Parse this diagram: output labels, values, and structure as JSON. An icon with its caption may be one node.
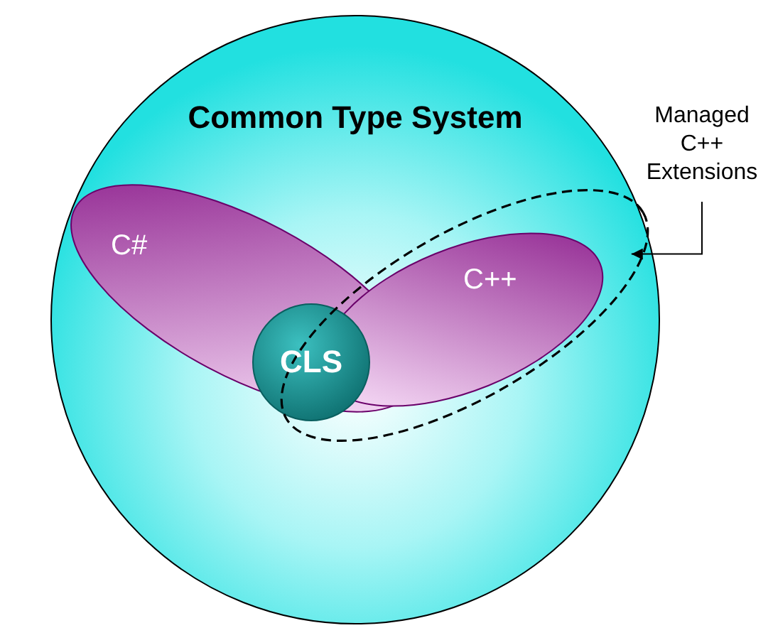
{
  "diagram": {
    "nodes": [
      {
        "text": [
          "Common Type System"
        ]
      },
      {
        "text": [
          "C#"
        ],
        "in": 0
      },
      {
        "text": [],
        "shape": "ellipse",
        "in": 0
      },
      {
        "text": [
          "C++"
        ],
        "in": 2
      },
      {
        "text": [
          "CLS"
        ],
        "in": 0
      },
      {
        "text": [
          "Managed C++ Extensions"
        ]
      }
    ],
    "edges": [
      {
        "from": 5,
        "to": 2,
        "arrow": "to"
      }
    ]
  }
}
